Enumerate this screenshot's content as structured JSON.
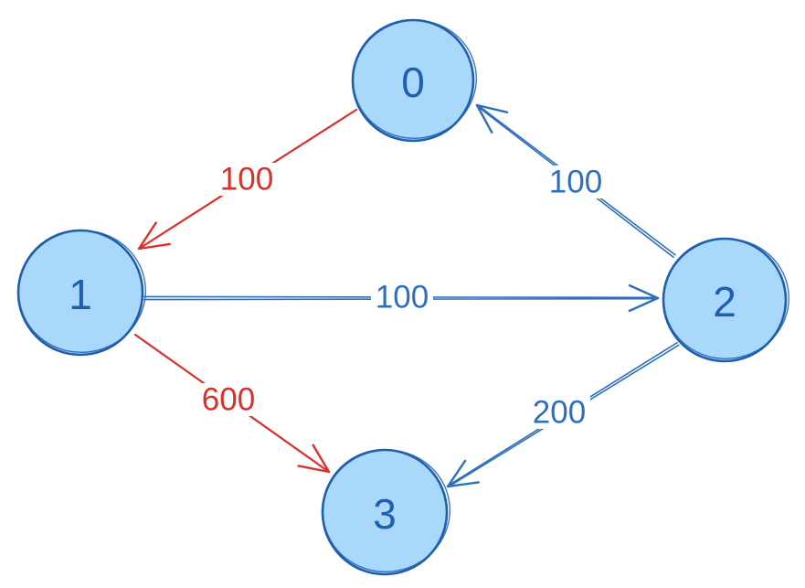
{
  "colors": {
    "node_fill": "#a9d8fb",
    "node_stroke": "#1f5fae",
    "edge_blue": "#2f6fba",
    "edge_red": "#d8312c",
    "background": "#ffffff"
  },
  "nodes": [
    {
      "id": "0",
      "label": "0"
    },
    {
      "id": "1",
      "label": "1"
    },
    {
      "id": "2",
      "label": "2"
    },
    {
      "id": "3",
      "label": "3"
    }
  ],
  "edges": [
    {
      "from": "0",
      "to": "1",
      "weight": "100",
      "color": "red"
    },
    {
      "from": "1",
      "to": "2",
      "weight": "100",
      "color": "blue"
    },
    {
      "from": "2",
      "to": "0",
      "weight": "100",
      "color": "blue"
    },
    {
      "from": "1",
      "to": "3",
      "weight": "600",
      "color": "red"
    },
    {
      "from": "2",
      "to": "3",
      "weight": "200",
      "color": "blue"
    }
  ]
}
